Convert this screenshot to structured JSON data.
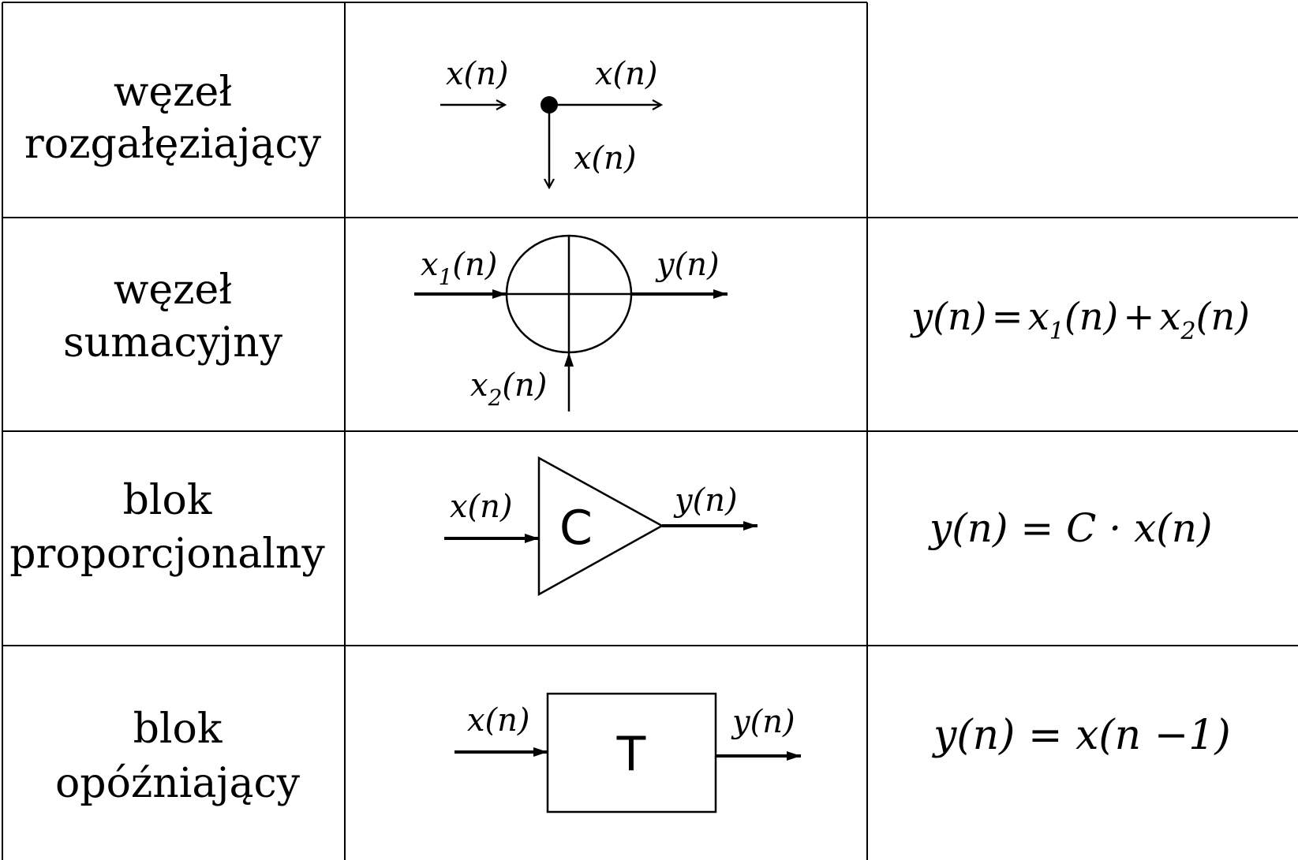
{
  "rows": [
    {
      "name_lines": [
        "węzeł",
        "rozgałęziający"
      ],
      "diagram": {
        "input_label": "x(n)",
        "output_label": "x(n)",
        "branch_label": "x(n)"
      },
      "formula": ""
    },
    {
      "name_lines": [
        "węzeł",
        "sumacyjny"
      ],
      "diagram": {
        "input1_var": "x",
        "input1_sub": "1",
        "input1_arg": "(n)",
        "output_label": "y(n)",
        "input2_var": "x",
        "input2_sub": "2",
        "input2_arg": "(n)"
      },
      "formula": {
        "lhs": "y(n)",
        "eq": "=",
        "t1_var": "x",
        "t1_sub": "1",
        "t1_arg": "(n)",
        "plus": "+",
        "t2_var": "x",
        "t2_sub": "2",
        "t2_arg": "(n)"
      }
    },
    {
      "name_lines": [
        "blok",
        "proporcjonalny"
      ],
      "diagram": {
        "input_label": "x(n)",
        "block_label": "C",
        "output_label": "y(n)"
      },
      "formula": {
        "text": "y(n) = C · x(n)"
      }
    },
    {
      "name_lines": [
        "blok",
        "opóźniający"
      ],
      "diagram": {
        "input_label": "x(n)",
        "block_label": "T",
        "output_label": "y(n)"
      },
      "formula": {
        "text": "y(n) = x(n −1)"
      }
    }
  ]
}
